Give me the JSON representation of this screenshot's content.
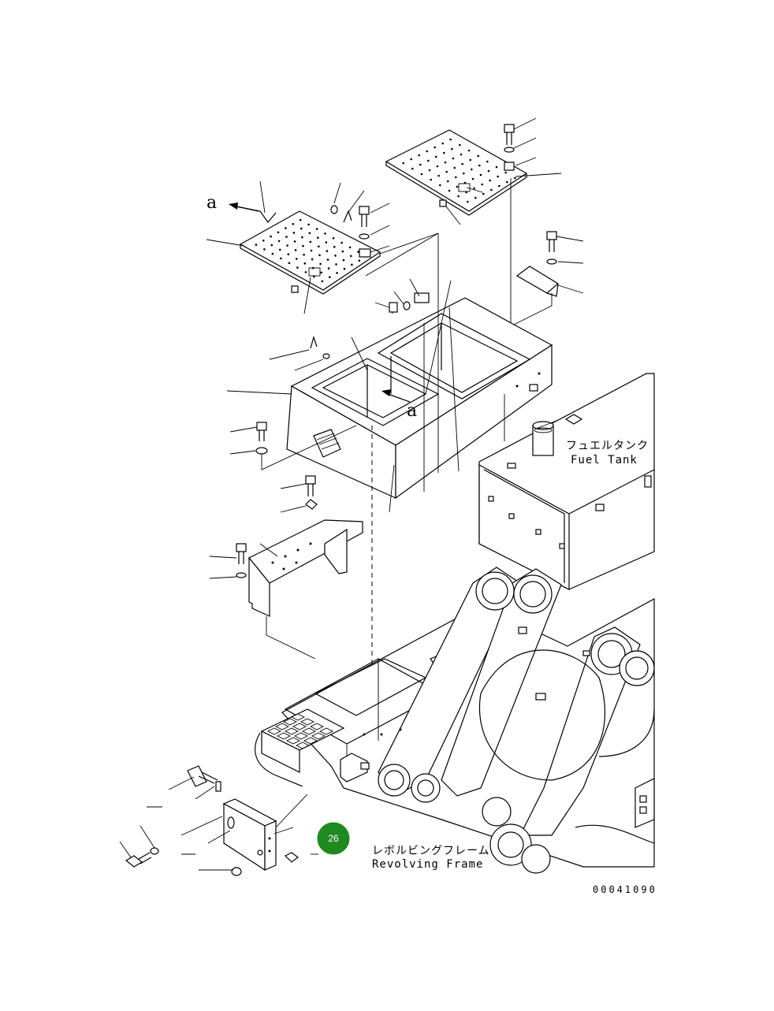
{
  "labels": {
    "fuel_tank_jp": "フュエルタンク",
    "fuel_tank_en": "Fuel Tank",
    "frame_jp": "レボルビングフレーム",
    "frame_en": "Revolving Frame",
    "view_a_top": "a",
    "view_a_mid": "a"
  },
  "drawing_code": "00041090",
  "callout": {
    "number": "26",
    "color": "#1f8a1f"
  },
  "colors": {
    "line": "#000000",
    "background": "#ffffff"
  }
}
